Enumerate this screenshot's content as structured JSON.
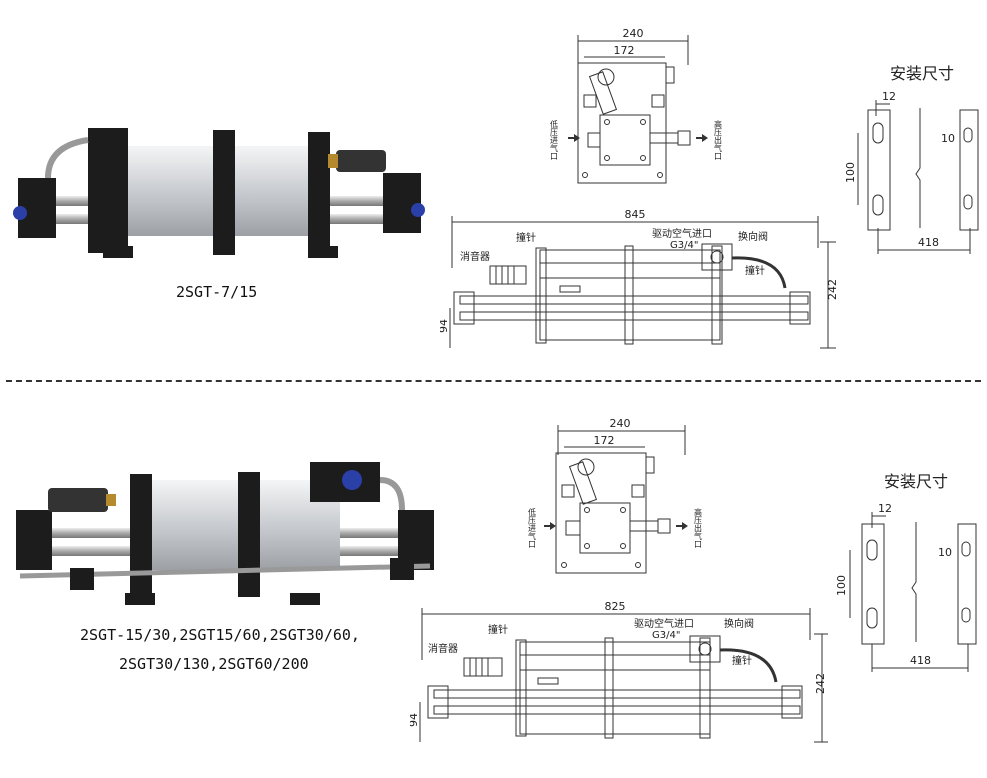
{
  "colors": {
    "body_metal": "#d7d9dc",
    "dark_frame": "#1a1a1a",
    "drawing_line": "#333333",
    "blue_cap": "#2b3fa8",
    "brass": "#b58a2e"
  },
  "section1": {
    "caption": "2SGT-7/15",
    "side_view": {
      "width": "240",
      "inner_width": "172",
      "low_inlet": "低压进气口",
      "high_outlet": "高压出气口"
    },
    "front_view": {
      "length": "845",
      "height": "242",
      "base_height": "94",
      "labels": {
        "muffler": "消音器",
        "striker_top": "撞针",
        "air_inlet": "驱动空气进口",
        "thread": "G3/4\"",
        "reversing_valve": "换向阀",
        "striker_right": "撞针"
      }
    },
    "mounting": {
      "title": "安装尺寸",
      "dim_12": "12",
      "dim_10": "10",
      "dim_100": "100",
      "dim_418": "418"
    }
  },
  "section2": {
    "caption_line1": "2SGT-15/30,2SGT15/60,2SGT30/60,",
    "caption_line2": "2SGT30/130,2SGT60/200",
    "side_view": {
      "width": "240",
      "inner_width": "172",
      "low_inlet": "低压进气口",
      "high_outlet": "高压出气口"
    },
    "front_view": {
      "length": "825",
      "height": "242",
      "base_height": "94",
      "labels": {
        "muffler": "消音器",
        "striker_top": "撞针",
        "air_inlet": "驱动空气进口",
        "thread": "G3/4\"",
        "reversing_valve": "换向阀",
        "striker_right": "撞针"
      }
    },
    "mounting": {
      "title": "安装尺寸",
      "dim_12": "12",
      "dim_10": "10",
      "dim_100": "100",
      "dim_418": "418"
    }
  }
}
